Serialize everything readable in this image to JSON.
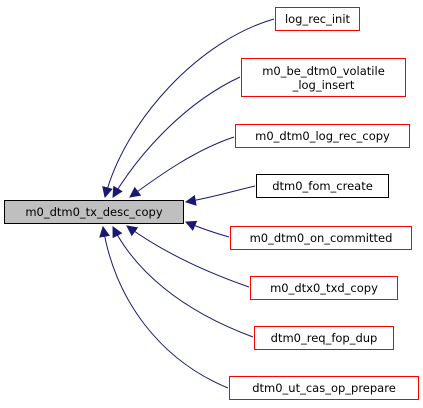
{
  "graph": {
    "focus": {
      "label": "m0_dtm0_tx_desc_copy"
    },
    "callers": [
      {
        "id": "log_rec_init",
        "lines": [
          "log_rec_init"
        ],
        "style": "red"
      },
      {
        "id": "be_dtm0_volatile_log_insert",
        "lines": [
          "m0_be_dtm0_volatile",
          "_log_insert"
        ],
        "style": "red"
      },
      {
        "id": "dtm0_log_rec_copy",
        "lines": [
          "m0_dtm0_log_rec_copy"
        ],
        "style": "red"
      },
      {
        "id": "dtm0_fom_create",
        "lines": [
          "dtm0_fom_create"
        ],
        "style": "black"
      },
      {
        "id": "dtm0_on_committed",
        "lines": [
          "m0_dtm0_on_committed"
        ],
        "style": "red"
      },
      {
        "id": "dtx0_txd_copy",
        "lines": [
          "m0_dtx0_txd_copy"
        ],
        "style": "red"
      },
      {
        "id": "dtm0_req_fop_dup",
        "lines": [
          "dtm0_req_fop_dup"
        ],
        "style": "red"
      },
      {
        "id": "dtm0_ut_cas_op_prepare",
        "lines": [
          "dtm0_ut_cas_op_prepare"
        ],
        "style": "red"
      }
    ],
    "colors": {
      "edge": "#191970",
      "caller_border_link": "#ff0000",
      "caller_border": "#000000",
      "focus_fill": "#bfbfbf"
    }
  }
}
